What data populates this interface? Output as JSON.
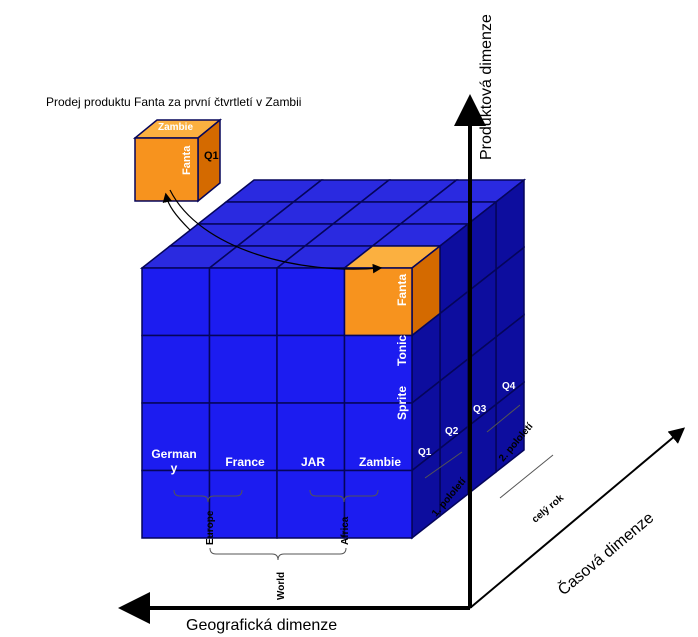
{
  "caption": "Prodej produktu Fanta za první čtvrtletí v Zambii",
  "axes": {
    "geographic": "Geografická dimenze",
    "product": "Produktová dimenze",
    "time": "Časová dimenze"
  },
  "countries": [
    "German\ny",
    "France",
    "JAR",
    "Zambie"
  ],
  "products": [
    "Fanta",
    "Tonic",
    "Sprite"
  ],
  "quarters": [
    "Q1",
    "Q2",
    "Q3",
    "Q4"
  ],
  "halves": [
    "1. pololetí",
    "2. pololetí"
  ],
  "year": "celý rok",
  "regions": [
    "Europe",
    "Africa"
  ],
  "world": "World",
  "detail_cube": {
    "top": "Zambie",
    "front": "Fanta",
    "side": "Q1"
  },
  "colors": {
    "cube_front": "#1c1cf0",
    "cube_top": "#2a2ae0",
    "cube_side": "#0d0d9e",
    "edge": "#05055a",
    "highlight_front": "#f7931e",
    "highlight_top": "#fbb040",
    "highlight_side": "#d46a00"
  }
}
